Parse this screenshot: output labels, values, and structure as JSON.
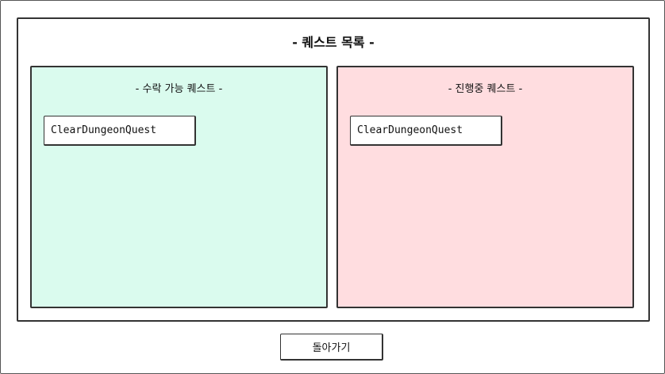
{
  "window": {
    "title": "- 퀘스트 목록 -"
  },
  "available_quests": {
    "title": "- 수락 가능 퀘스트 -",
    "background_color": "#dafbee",
    "items": [
      {
        "label": "ClearDungeonQuest"
      }
    ]
  },
  "active_quests": {
    "title": "- 진행중 퀘스트 -",
    "background_color": "#ffdde0",
    "items": [
      {
        "label": "ClearDungeonQuest"
      }
    ]
  },
  "footer": {
    "back_label": "돌아가기"
  }
}
